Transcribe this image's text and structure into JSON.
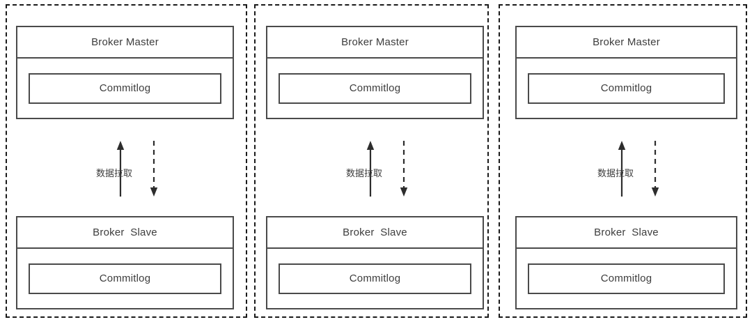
{
  "diagram": {
    "title": "RocketMQ Broker Master-Slave Replication",
    "background_color": "#ffffff",
    "border_color": "#4a4a4a",
    "cluster_border_color": "#1a1a1a",
    "text_color": "#3d3d3d",
    "clusters": [
      {
        "id": "cluster-1",
        "master": {
          "title": "Broker Master",
          "commitlog": "Commitlog"
        },
        "slave": {
          "title": "Broker  Slave",
          "commitlog": "Commitlog"
        },
        "replication": {
          "label": "数据拉取",
          "up_arrow_style": "solid",
          "down_arrow_style": "dashed"
        }
      },
      {
        "id": "cluster-2",
        "master": {
          "title": "Broker Master",
          "commitlog": "Commitlog"
        },
        "slave": {
          "title": "Broker  Slave",
          "commitlog": "Commitlog"
        },
        "replication": {
          "label": "数据拉取",
          "up_arrow_style": "solid",
          "down_arrow_style": "dashed"
        }
      },
      {
        "id": "cluster-3",
        "master": {
          "title": "Broker Master",
          "commitlog": "Commitlog"
        },
        "slave": {
          "title": "Broker  Slave",
          "commitlog": "Commitlog"
        },
        "replication": {
          "label": "数据拉取",
          "up_arrow_style": "solid",
          "down_arrow_style": "dashed"
        }
      }
    ],
    "watermark": ""
  }
}
